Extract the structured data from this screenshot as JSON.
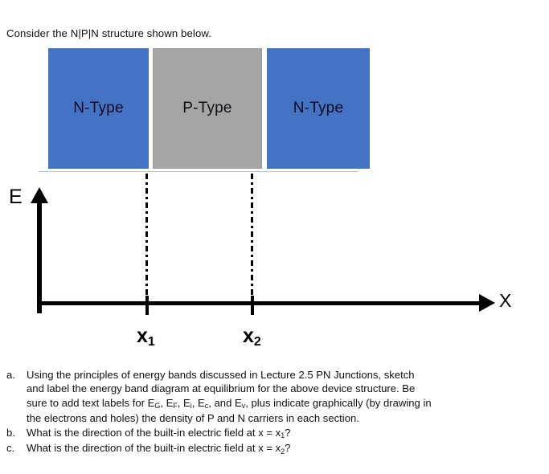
{
  "intro": {
    "text": "Consider the N|P|N structure shown below."
  },
  "diagram": {
    "blocks": [
      {
        "label": "N-Type",
        "color": "#4472C4"
      },
      {
        "label": "P-Type",
        "color": "#A5A5A5"
      },
      {
        "label": "N-Type",
        "color": "#4472C4"
      }
    ],
    "y_axis_label": "E",
    "x_axis_label": "X",
    "tick_labels": [
      {
        "base": "x",
        "sub": "1"
      },
      {
        "base": "x",
        "sub": "2"
      }
    ]
  },
  "questions": [
    {
      "marker": "a.",
      "lines": [
        {
          "run": "Using the principles of energy bands discussed in Lecture 2.5 PN Junctions, sketch"
        },
        {
          "run": "and label the energy band diagram at equilibrium for the above device structure.  Be"
        },
        {
          "run": "sure to add text labels for E",
          "sub": "G"
        },
        {
          "run": ", E",
          "sub": "F"
        },
        {
          "run": ", E",
          "sub": "i"
        },
        {
          "run": ", E",
          "sub": "c"
        },
        {
          "run": ", and E",
          "sub": "v"
        },
        {
          "run": ", plus indicate graphically (by drawing in"
        },
        {
          "run": "the electrons and holes) the density of P and N carriers in each section."
        }
      ],
      "full_text": "Using the principles of energy bands discussed in Lecture 2.5 PN Junctions, sketch and label the energy band diagram at equilibrium for the above device structure.  Be sure to add text labels for EG, EF, Ei, Ec, and Ev, plus indicate graphically (by drawing in the electrons and holes) the density of P and N carriers in each section."
    },
    {
      "marker": "b.",
      "full_text": "What is the direction of the built-in electric field at x = x1?"
    },
    {
      "marker": "c.",
      "full_text": "What is the direction of the built-in electric field at x = x2?"
    }
  ]
}
